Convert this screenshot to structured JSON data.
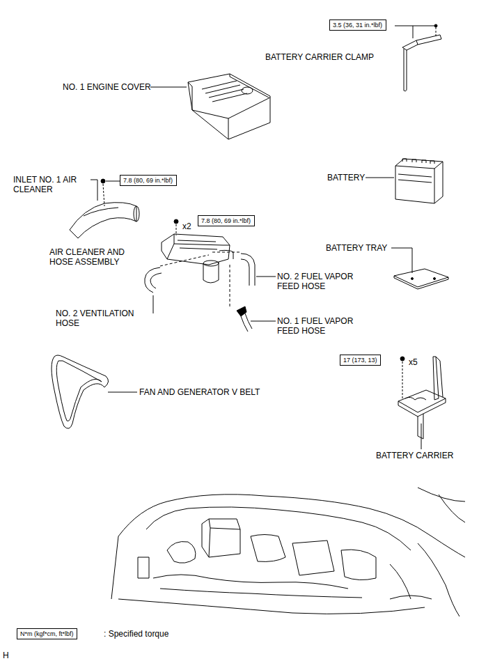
{
  "diagram": {
    "nodes": [
      {
        "text": [
          "3.5 (36, 31 in.*lbf)"
        ]
      },
      {
        "text": [
          "7.8 (80, 69 in.*lbf)"
        ]
      },
      {
        "text": [
          "7.8 (80, 69 in.*lbf)"
        ]
      },
      {
        "text": [
          "17 (173, 13)"
        ]
      },
      {
        "text": [
          "N*m (kgf*cm, ft*lbf)"
        ]
      }
    ],
    "labels": [
      "BATTERY CARRIER CLAMP",
      "NO. 1 ENGINE COVER",
      "INLET NO. 1 AIR CLEANER",
      "BATTERY",
      "x2",
      "AIR CLEANER AND HOSE ASSEMBLY",
      "BATTERY TRAY",
      "NO. 2 FUEL VAPOR FEED HOSE",
      "NO. 2 VENTILATION HOSE",
      "NO. 1 FUEL VAPOR FEED HOSE",
      "x5",
      "FAN AND GENERATOR V BELT",
      "BATTERY CARRIER",
      ": Specified torque",
      "H"
    ]
  }
}
